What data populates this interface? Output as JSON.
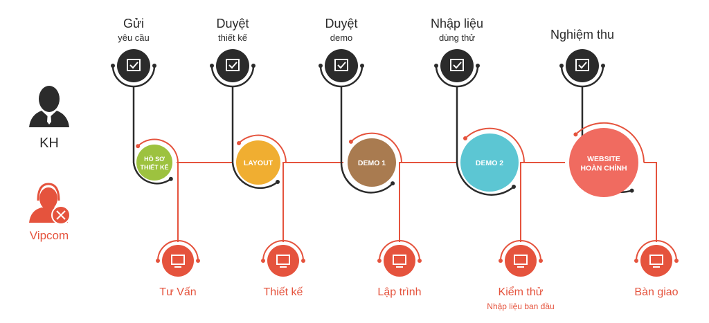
{
  "colors": {
    "dark": "#2b2b2b",
    "red": "#e5533d",
    "green": "#9dc23f",
    "orange": "#f0ae31",
    "brown": "#a97b50",
    "cyan": "#5cc6d3",
    "coral": "#f06b60"
  },
  "actors": {
    "customer": "KH",
    "vendor": "Vipcom"
  },
  "customer_steps": [
    {
      "line1": "Gửi",
      "line2": "yêu cầu",
      "icon": "request-person-icon"
    },
    {
      "line1": "Duyệt",
      "line2": "thiết kế",
      "icon": "design-approve-icon"
    },
    {
      "line1": "Duyệt",
      "line2": "demo",
      "icon": "checkbox-icon"
    },
    {
      "line1": "Nhập liệu",
      "line2": "dùng thử",
      "icon": "monitor-check-icon"
    },
    {
      "line1": "Nghiệm thu",
      "line2": "",
      "icon": "thumbs-up-icon"
    }
  ],
  "milestones": [
    {
      "line1": "HỒ SƠ",
      "line2": "THIẾT KẾ",
      "color": "#9dc23f"
    },
    {
      "line1": "LAYOUT",
      "line2": "",
      "color": "#f0ae31"
    },
    {
      "line1": "DEMO 1",
      "line2": "",
      "color": "#a97b50"
    },
    {
      "line1": "DEMO 2",
      "line2": "",
      "color": "#5cc6d3"
    },
    {
      "line1": "WEBSITE",
      "line2": "HOÀN CHỈNH",
      "color": "#f06b60"
    }
  ],
  "vendor_steps": [
    {
      "label": "Tư Vấn",
      "sub": "",
      "icon": "network-icon"
    },
    {
      "label": "Thiết kế",
      "sub": "",
      "icon": "palette-icon"
    },
    {
      "label": "Lập trình",
      "sub": "",
      "icon": "code-monitor-icon"
    },
    {
      "label": "Kiểm thử",
      "sub": "Nhập liệu ban đầu",
      "icon": "search-monitor-icon"
    },
    {
      "label": "Bàn giao",
      "sub": "",
      "icon": "presentation-icon"
    }
  ]
}
